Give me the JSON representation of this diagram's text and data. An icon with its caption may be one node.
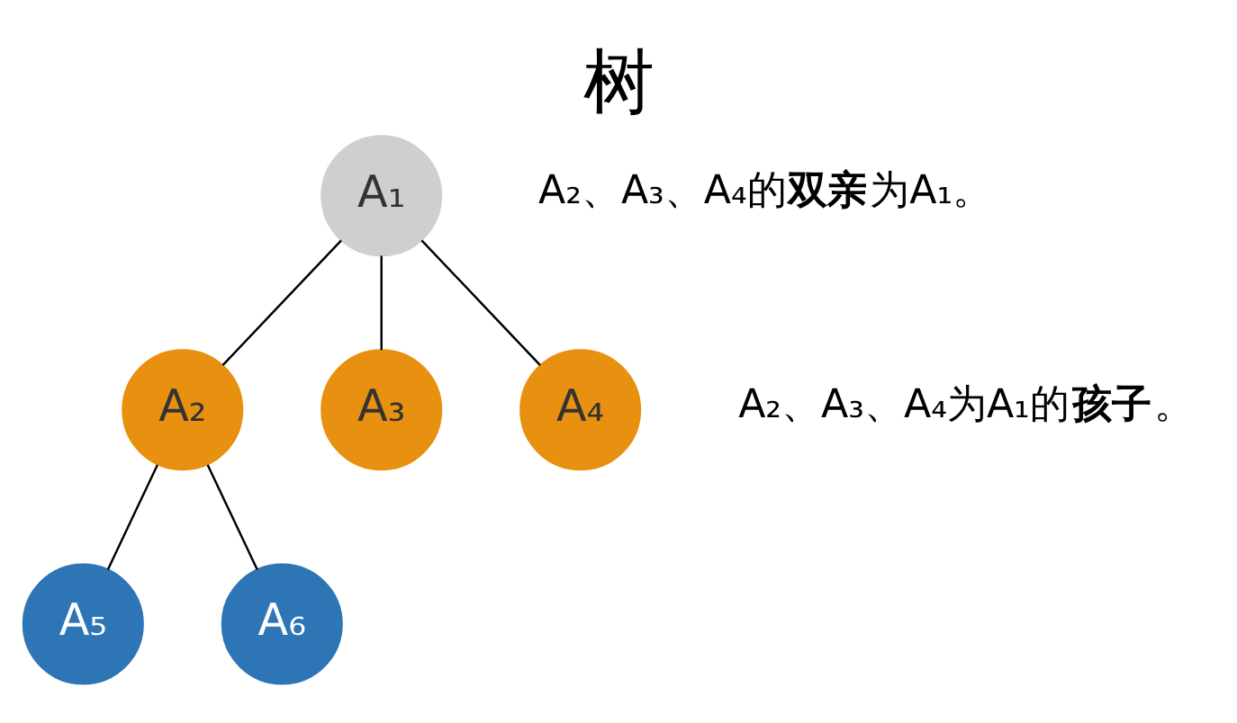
{
  "diagram": {
    "title": "树",
    "nodes": [
      {
        "text": [
          "A₁"
        ]
      },
      {
        "text": [
          "A₂"
        ]
      },
      {
        "text": [
          "A₃"
        ]
      },
      {
        "text": [
          "A₄"
        ]
      },
      {
        "text": [
          "A₅"
        ]
      },
      {
        "text": [
          "A₆"
        ]
      }
    ],
    "edges": [
      {
        "from": 0,
        "to": 1,
        "arrow": "none"
      },
      {
        "from": 0,
        "to": 2,
        "arrow": "none"
      },
      {
        "from": 0,
        "to": 3,
        "arrow": "none"
      },
      {
        "from": 1,
        "to": 4,
        "arrow": "none"
      },
      {
        "from": 1,
        "to": 5,
        "arrow": "none"
      }
    ],
    "labels": [
      "A₂、A₃、A₄的**双亲**为A₁。",
      "A₂、A₃、A₄为A₁的**孩子**。"
    ]
  }
}
